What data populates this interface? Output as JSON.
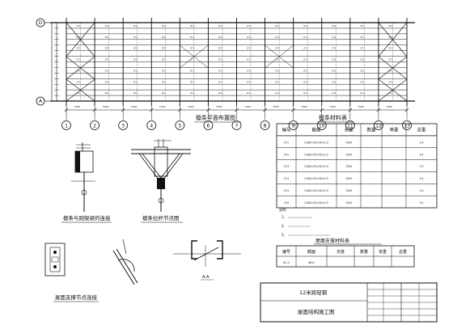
{
  "plan": {
    "title": "檩条平面布置图",
    "axis_numbers": [
      "1",
      "2",
      "3",
      "4",
      "5",
      "6",
      "7",
      "8",
      "9",
      "10",
      "11",
      "12",
      "13"
    ],
    "row_letters": [
      "D",
      "A"
    ],
    "purlin_label": "LT-1",
    "bay_label": "7200"
  },
  "purlin_table": {
    "title": "檩条材料表",
    "headers": [
      "编号",
      "截面",
      "长度",
      "数量",
      "单重",
      "总重"
    ],
    "rows": [
      [
        "LT-1",
        "C180×70×20×2.5",
        "7200",
        "",
        "",
        "3.4"
      ],
      [
        "LT-2",
        "C180×70×20×2.5",
        "7200",
        "",
        "",
        "3.4"
      ],
      [
        "LT-3",
        "C180×70×20×2.5",
        "7200",
        "",
        "",
        "2.3"
      ],
      [
        "LT-4",
        "C180×70×20×2.5",
        "7200",
        "",
        "",
        "3.4"
      ],
      [
        "LT-5",
        "C180×70×20×2.5",
        "7200",
        "",
        "",
        "3.4"
      ],
      [
        "LT-6",
        "C180×70×20×2.5",
        "7200",
        "",
        "",
        "3.4"
      ]
    ]
  },
  "notes": {
    "title": "说明：",
    "lines": [
      "1、",
      "2、",
      "3、"
    ]
  },
  "brace_table": {
    "title": "屋面支撑材料表",
    "headers": [
      "编号",
      "截面",
      "长度",
      "数量",
      "单重",
      "总重"
    ],
    "rows": [
      [
        "SC-1",
        "Φ20",
        "",
        "",
        "",
        ""
      ]
    ]
  },
  "details": {
    "d1": "檩条与刚架梁的连接",
    "d2": "檩条拉杆节点图",
    "d3": "屋面支撑节点连接",
    "section_label": "A-A"
  },
  "title_block": {
    "project": "12米跨轻钢",
    "drawing": "屋面结构施工图"
  }
}
